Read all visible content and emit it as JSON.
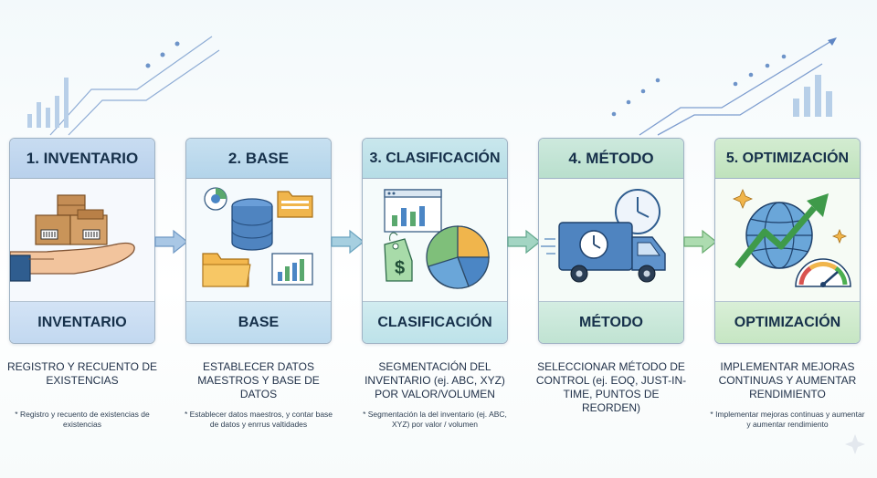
{
  "steps": [
    {
      "title": "1. INVENTARIO",
      "label": "INVENTARIO",
      "description": "REGISTRO Y RECUENTO DE EXISTENCIAS",
      "note": "* Registro y recuento de existencias de existencias",
      "icons": [
        "hand-icon",
        "boxes-icon"
      ]
    },
    {
      "title": "2. BASE",
      "label": "BASE",
      "description": "ESTABLECER DATOS MAESTROS Y BASE DE DATOS",
      "note": "* Establecer datos maestros, y contar base de datos y enrrus valtidades",
      "icons": [
        "pie-chart-icon",
        "folder-icon",
        "database-icon",
        "bar-chart-icon"
      ]
    },
    {
      "title": "3. CLASIFICACIÓN",
      "label": "CLASIFICACIÓN",
      "description": "SEGMENTACIÓN DEL INVENTARIO (ej. ABC, XYZ) POR VALOR/VOLUMEN",
      "note": "* Segmentación la del inventario (ej. ABC, XYZ) por valor / volumen",
      "icons": [
        "browser-chart-icon",
        "price-tag-icon",
        "pie-chart-icon"
      ]
    },
    {
      "title": "4. MÉTODO",
      "label": "MÉTODO",
      "description": "SELECCIONAR MÉTODO DE CONTROL (ej. EOQ, JUST-IN-TIME, PUNTOS DE REORDEN)",
      "note": "",
      "icons": [
        "truck-icon",
        "clock-icon"
      ]
    },
    {
      "title": "5. OPTIMIZACIÓN",
      "label": "OPTIMIZACIÓN",
      "description": "IMPLEMENTAR MEJORAS CONTINUAS Y AUMENTAR RENDIMIENTO",
      "note": "* Implementar mejoras continuas y aumentar y aumentar rendimiento",
      "icons": [
        "globe-icon",
        "trend-arrow-icon",
        "gauge-icon",
        "sparkle-icon"
      ]
    }
  ],
  "colors": {
    "inventario": "#c2d8f0",
    "base": "#b9d7ec",
    "clasificacion": "#bde2e9",
    "metodo": "#c0e3d2",
    "optimizacion": "#c6e6c3",
    "arrow": "#8fb4d6"
  }
}
